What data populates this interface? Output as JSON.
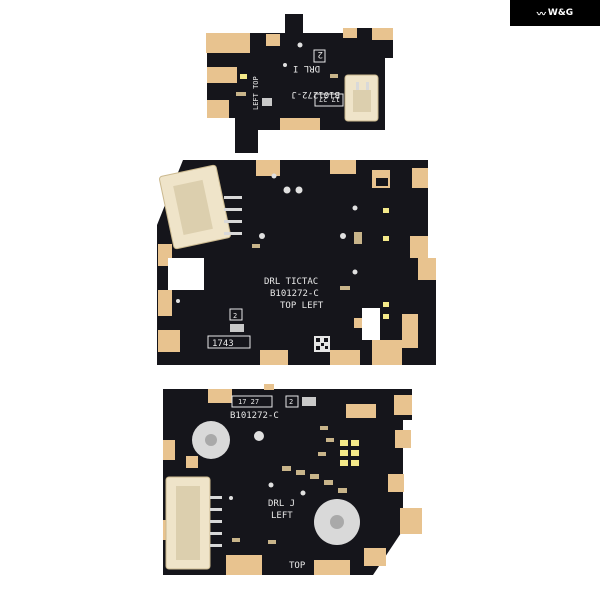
{
  "brand": {
    "logo_icon": "wave-logo-icon",
    "text": "W&G"
  },
  "boards": {
    "top": {
      "box_digit": "2",
      "line1": "DRL  I",
      "line2": "LEFT TOP",
      "part": "B101272-J",
      "date": "17 27"
    },
    "middle": {
      "line1": "DRL TICTAC",
      "line2": "B101272-C",
      "line3": "TOP  LEFT",
      "box_digit": "2",
      "date": "1743"
    },
    "bottom": {
      "date": "17 27",
      "box_digit": "2",
      "part": "B101272-C",
      "line1": "DRL J",
      "line2": "LEFT",
      "line3": "TOP"
    }
  },
  "colors": {
    "board": "#15151b",
    "pad": "#e8c38f",
    "silk": "#e8e8e8",
    "connector": "#efe4c9",
    "led": "#f4e98a",
    "metal": "#d9d9d9"
  }
}
